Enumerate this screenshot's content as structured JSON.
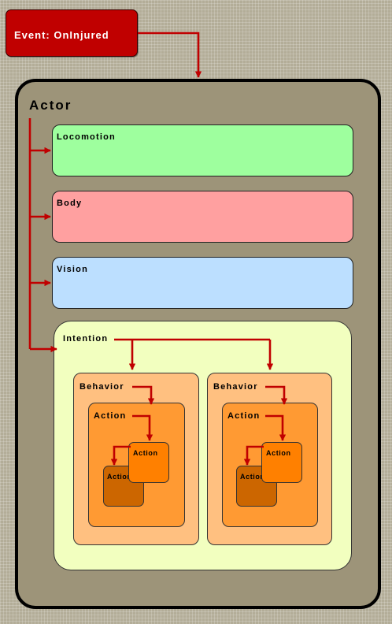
{
  "event": {
    "label": "Event: OnInjured"
  },
  "actor": {
    "label": "Actor"
  },
  "modules": {
    "locomotion": "Locomotion",
    "body": "Body",
    "vision": "Vision",
    "intention": "Intention"
  },
  "behaviors": [
    {
      "label": "Behavior",
      "action": "Action",
      "nested_front": "Action",
      "nested_back": "Action"
    },
    {
      "label": "Behavior",
      "action": "Action",
      "nested_front": "Action",
      "nested_back": "Action"
    }
  ],
  "colors": {
    "arrow": "#c00000",
    "event": "#c00000",
    "actor": "#9d9479",
    "locomotion": "#9eff9e",
    "body": "#ffa0a0",
    "vision": "#bcdfff",
    "intention": "#f2ffbf",
    "behavior": "#ffc080",
    "action": "#ff9a33"
  }
}
